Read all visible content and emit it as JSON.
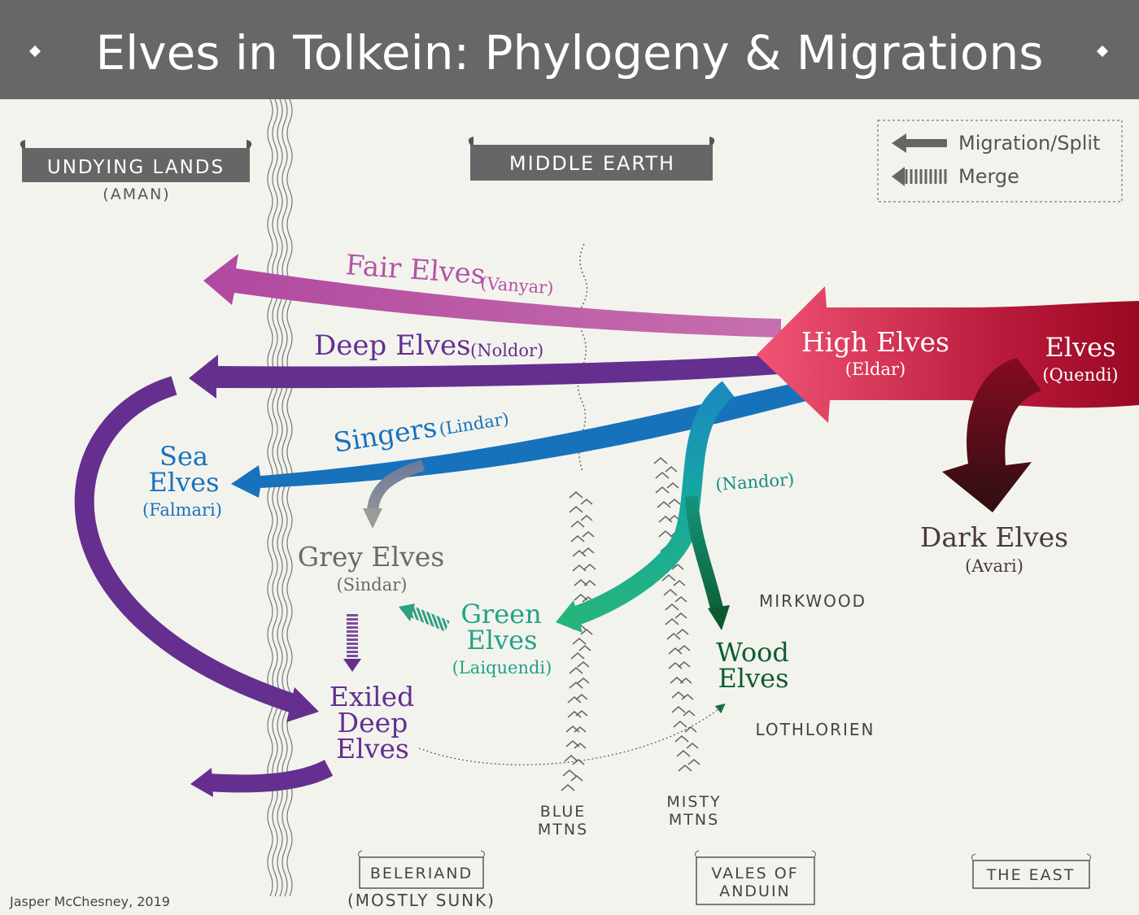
{
  "title": "Elves in Tolkein: Phylogeny & Migrations",
  "colors": {
    "header_bg": "#676767",
    "background": "#f3f3ee",
    "fair_elves": "#b553a6",
    "deep_elves": "#652f8f",
    "singers": "#1772bc",
    "grey_elves": "#8a8a8a",
    "green_elves": "#21a386",
    "wood_elves": "#0f5b33",
    "high_elves": "#ee4c6e",
    "elves": "#9c0b28",
    "dark_elves": "#3a1418"
  },
  "legend": {
    "migration_label": "Migration/Split",
    "merge_label": "Merge"
  },
  "regions": {
    "undying_lands": "UNDYING LANDS",
    "aman": "(AMAN)",
    "middle_earth": "MIDDLE EARTH",
    "beleriand": "BELERIAND",
    "mostly_sunk": "(MOSTLY SUNK)",
    "vales_line1": "VALES OF",
    "vales_line2": "ANDUIN",
    "the_east": "THE EAST"
  },
  "places": {
    "mirkwood": "MIRKWOOD",
    "lothlorien": "LOTHLORIEN",
    "blue_mtns_line1": "BLUE",
    "blue_mtns_line2": "MTNS",
    "misty_mtns_line1": "MISTY",
    "misty_mtns_line2": "MTNS"
  },
  "groups": {
    "fair_elves": {
      "name": "Fair Elves",
      "sub": "(Vanyar)"
    },
    "deep_elves": {
      "name": "Deep Elves",
      "sub": "(Noldor)"
    },
    "singers": {
      "name": "Singers",
      "sub": "(Lindar)"
    },
    "sea_elves": {
      "line1": "Sea",
      "line2": "Elves",
      "sub": "(Falmari)"
    },
    "grey_elves": {
      "name": "Grey Elves",
      "sub": "(Sindar)"
    },
    "green_elves": {
      "line1": "Green",
      "line2": "Elves",
      "sub": "(Laiquendi)"
    },
    "wood_elves": {
      "line1": "Wood",
      "line2": "Elves"
    },
    "nandor": {
      "sub": "(Nandor)"
    },
    "exiled_deep_elves": {
      "line1": "Exiled",
      "line2": "Deep",
      "line3": "Elves"
    },
    "high_elves": {
      "name": "High Elves",
      "sub": "(Eldar)"
    },
    "elves": {
      "name": "Elves",
      "sub": "(Quendi)"
    },
    "dark_elves": {
      "name": "Dark Elves",
      "sub": "(Avari)"
    }
  },
  "credit": "Jasper McChesney, 2019"
}
